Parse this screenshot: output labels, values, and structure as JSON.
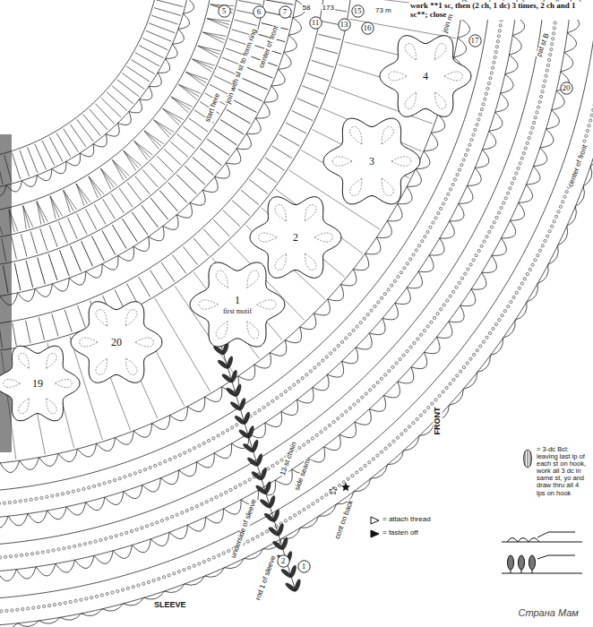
{
  "diagram": {
    "nodes": [
      {
        "text": [
          "5"
        ]
      },
      {
        "text": [
          "6"
        ]
      },
      {
        "text": [
          "7"
        ]
      },
      {
        "text": [
          "11"
        ]
      },
      {
        "text": [
          "13"
        ]
      },
      {
        "text": [
          "15"
        ]
      },
      {
        "text": [
          "16"
        ]
      },
      {
        "text": [
          "17"
        ]
      },
      {
        "text": [
          "20"
        ]
      },
      {
        "text": [
          "1"
        ]
      },
      {
        "text": [
          "2"
        ]
      },
      {
        "text": [
          "4"
        ]
      },
      {
        "text": [
          "3"
        ]
      },
      {
        "text": [
          "2"
        ]
      },
      {
        "text": [
          "1",
          "first motif"
        ]
      },
      {
        "text": [
          "20"
        ]
      },
      {
        "text": [
          "19"
        ]
      }
    ],
    "labels": [
      "work **1 sc, then (2 ch, 1 dc) 3 times, 2 ch and 1 sc**; close",
      "center of front",
      "join with sl st to form ring",
      "start here",
      "58",
      "173",
      "73 m",
      "join m",
      "pat st B",
      "center of front",
      "FRONT",
      "underside of sleeve",
      "rnd 1 of sleeve",
      "13-st chain",
      "side seam",
      "cont on back",
      "SLEEVE",
      "Страна Мам"
    ],
    "legend": [
      {
        "text": "= attach thread"
      },
      {
        "text": "= fasten off"
      },
      {
        "text": "= 3-dc Bcl: leaving last lp of each st on hook, work all 3 dc in same st, yo and draw thru all 4 lps on hook"
      }
    ]
  }
}
